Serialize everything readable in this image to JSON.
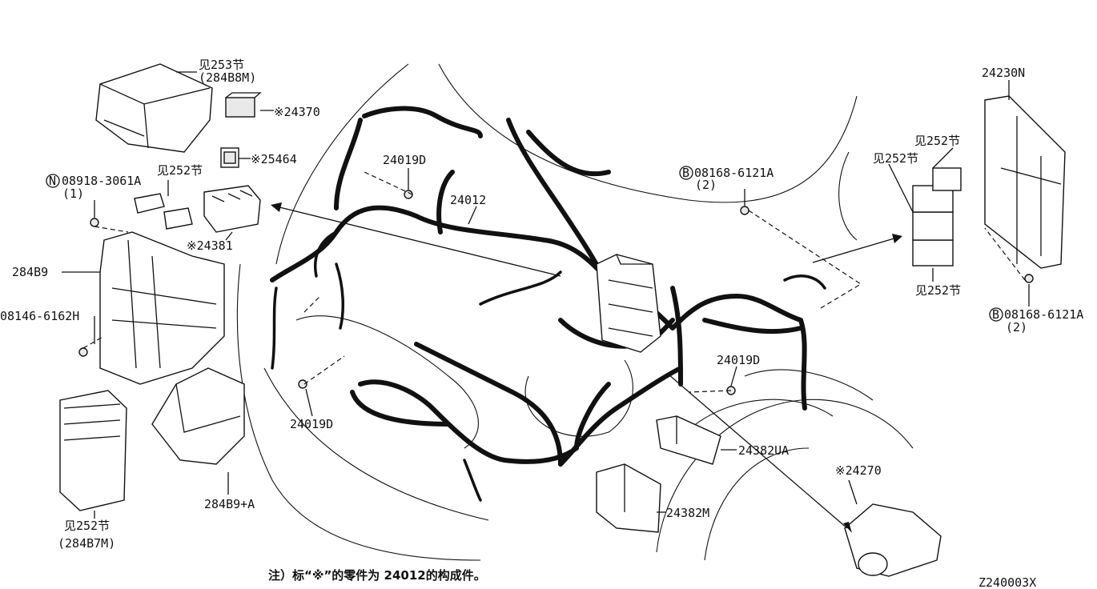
{
  "labels": {
    "ref_253": "见253节",
    "ref_253_code": "(284B8M)",
    "p24370": "※24370",
    "p25464": "※25464",
    "ref_252_top": "见252节",
    "bolt_n": "08918-3061A",
    "bolt_n_qty": "(1)",
    "p24381": "※24381",
    "p284b9": "284B9",
    "bolt_08146": "08146-6162H",
    "p24019d_top": "24019D",
    "p24012": "24012",
    "p24019d_bottom": "24019D",
    "p284b9a": "284B9+A",
    "ref_252_bottom": "见252节",
    "ref_252_bottom_code": "(284B7M)",
    "bolt_b_top": "08168-6121A",
    "bolt_b_top_qty": "(2)",
    "p24230n": "24230N",
    "ref_252_r1": "见252节",
    "ref_252_r2": "见252节",
    "ref_252_r3": "见252节",
    "bolt_b_right": "08168-6121A",
    "bolt_b_right_qty": "(2)",
    "p24019d_right": "24019D",
    "p24382ua": "24382UA",
    "p24382m": "24382M",
    "p24270": "※24270",
    "note": "注）标“※”的零件为 24012的构成件。",
    "diagram_code": "Z240003X"
  },
  "symbols": {
    "circle_n": "N",
    "circle_b": "B"
  }
}
